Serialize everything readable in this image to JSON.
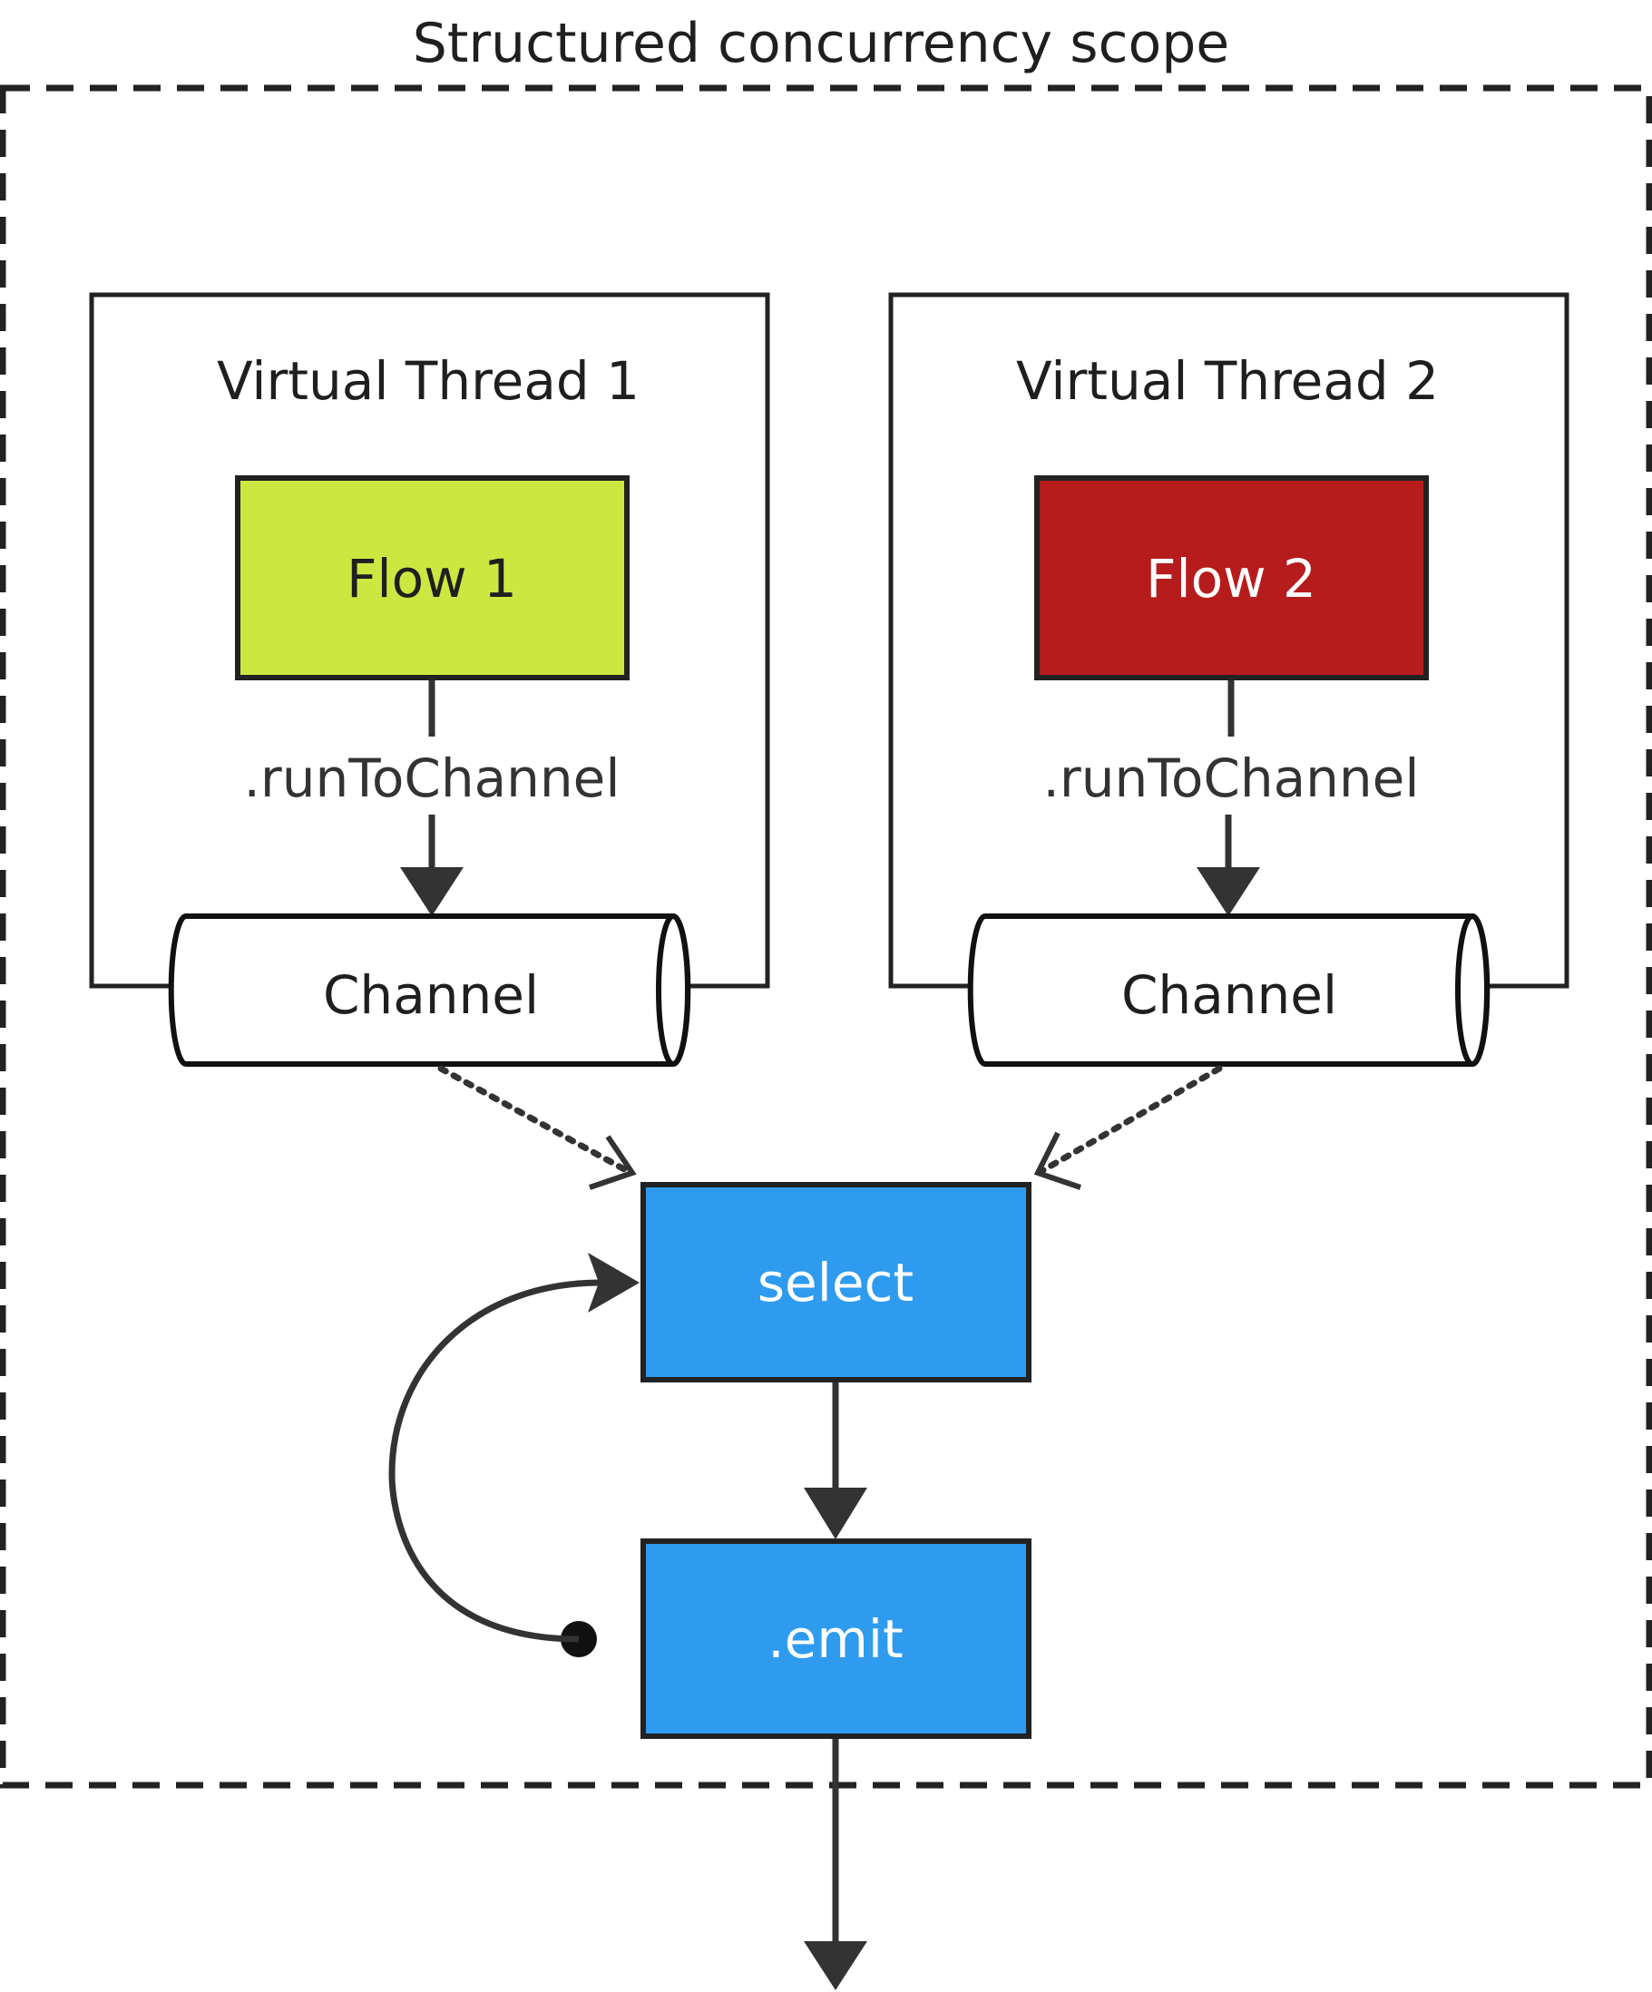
{
  "diagram": {
    "scope_title": "Structured concurrency scope",
    "thread1": {
      "label": "Virtual Thread 1",
      "flow_label": "Flow 1",
      "edge_label": ".runToChannel",
      "channel_label": "Channel"
    },
    "thread2": {
      "label": "Virtual Thread 2",
      "flow_label": "Flow 2",
      "edge_label": ".runToChannel",
      "channel_label": "Channel"
    },
    "select_label": "select",
    "emit_label": ".emit"
  },
  "colors": {
    "flow1_fill": "#cde741",
    "flow2_fill": "#b71c1c",
    "step_fill": "#2e9bef",
    "stroke": "#222222",
    "edge": "#333333"
  }
}
